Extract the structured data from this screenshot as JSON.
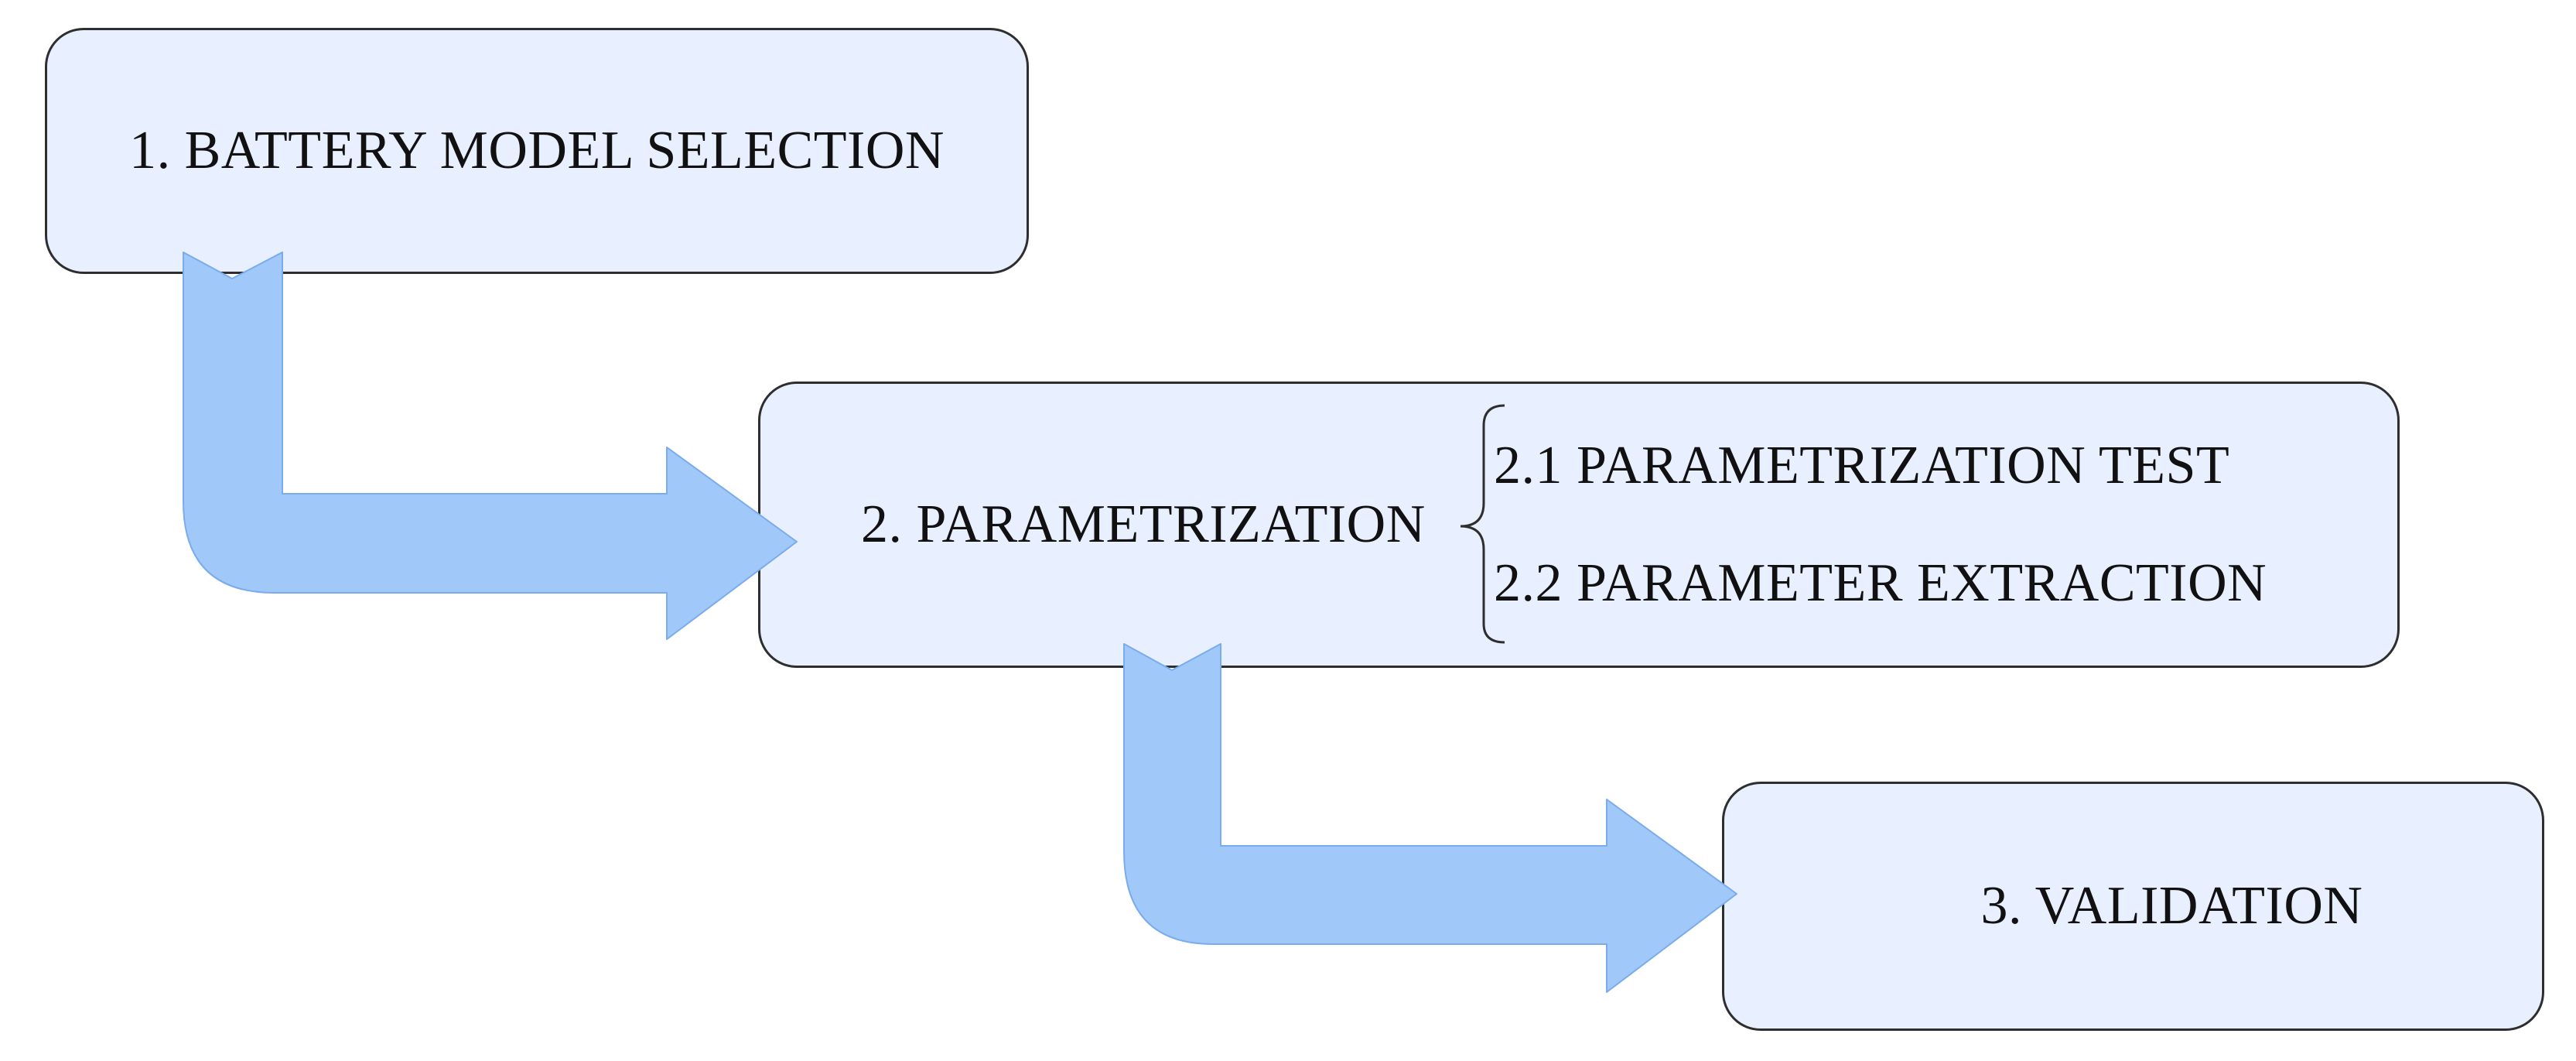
{
  "colors": {
    "box_fill": "#e8effe",
    "box_border": "#2e2e2e",
    "arrow_fill": "#a0c8f8",
    "arrow_stroke": "#7aacec",
    "text": "#111111"
  },
  "steps": [
    {
      "label": "1. BATTERY MODEL SELECTION"
    },
    {
      "label": "2. PARAMETRIZATION",
      "substeps": [
        {
          "label": "2.1 PARAMETRIZATION TEST"
        },
        {
          "label": "2.2 PARAMETER EXTRACTION"
        }
      ]
    },
    {
      "label": "3. VALIDATION"
    }
  ],
  "connectors": [
    {
      "from": "1. BATTERY MODEL SELECTION",
      "to": "2. PARAMETRIZATION",
      "shape": "bent-arrow"
    },
    {
      "from": "2. PARAMETRIZATION",
      "to": "3. VALIDATION",
      "shape": "bent-arrow"
    }
  ]
}
